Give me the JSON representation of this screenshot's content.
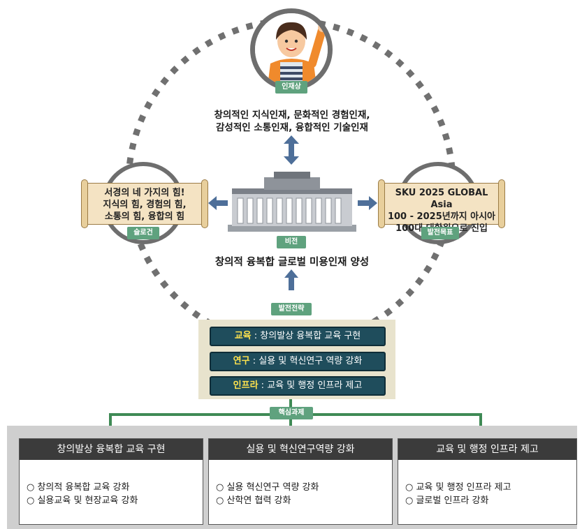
{
  "talent": {
    "tag": "인재상",
    "line1": "창의적인 지식인재, 문화적인 경험인재,",
    "line2": "감성적인 소통인재, 융합적인 기술인재"
  },
  "slogan": {
    "tag": "슬로건",
    "line1": "서경의 네 가지의 힘!",
    "line2": "지식의 힘, 경험의 힘,",
    "line3": "소통의 힘, 융합의 힘"
  },
  "goal": {
    "tag": "발전목표",
    "line1": "SKU 2025 GLOBAL Asia",
    "line2": "100 - 2025년까지 아시아",
    "line3": "100대 대학원으로 진입"
  },
  "vision": {
    "tag": "비전",
    "text": "창의적 융복합 글로벌 미용인재 양성"
  },
  "strategy": {
    "tag": "발전전략",
    "items": [
      {
        "key": "교육",
        "sep": " : ",
        "text": "창의발상 융복합 교육 구현"
      },
      {
        "key": "연구",
        "sep": " :  ",
        "text": "실용 및 혁신연구 역량 강화"
      },
      {
        "key": "인프라",
        "sep": " :  ",
        "text": "교육 및 행정 인프라 제고"
      }
    ]
  },
  "core": {
    "tag": "핵심과제",
    "tasks": [
      {
        "title": "창의발상 융복합 교육 구현",
        "items": [
          "○ 창의적 융복합 교육 강화",
          "○ 실용교육 및 현장교육 강화"
        ]
      },
      {
        "title": "실용 및 혁신연구역량 강화",
        "items": [
          "○ 실용 혁신연구 역량 강화",
          "○ 산학연 협력 강화"
        ]
      },
      {
        "title": "교육 및 행정 인프라 제고",
        "items": [
          "○ 교육 및 행정 인프라 제고",
          "○ 글로벌 인프라 강화"
        ]
      }
    ]
  },
  "colors": {
    "tag": "#5fa27e",
    "arrow": "#4e6f99",
    "pill": "#1f4d5c",
    "highlight": "#ffe34d",
    "header": "#3b3b3b",
    "panel": "#cfcfcf"
  }
}
